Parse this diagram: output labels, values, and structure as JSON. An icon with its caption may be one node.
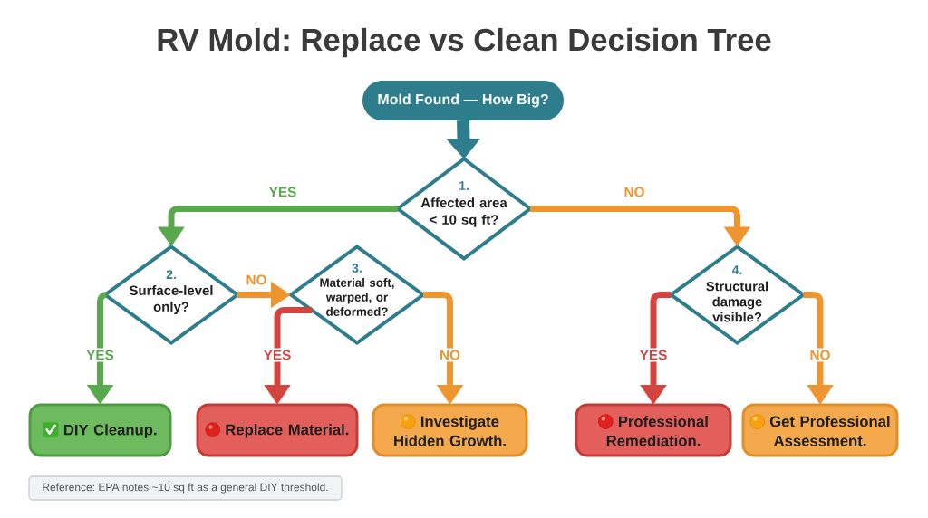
{
  "diagram": {
    "title": "RV Mold: Replace vs Clean Decision Tree",
    "nodes": [
      {
        "text": [
          "Mold Found — How Big?"
        ]
      },
      {
        "text": [
          "1.",
          "Affected area < 10 sq ft?"
        ]
      },
      {
        "text": [
          "2.",
          "Surface-level only?"
        ]
      },
      {
        "text": [
          "3.",
          "Material soft, warped, or deformed?"
        ]
      },
      {
        "text": [
          "4.",
          "Structural damage visible?"
        ]
      },
      {
        "text": [
          "DIY Cleanup."
        ]
      },
      {
        "text": [
          "Replace Material."
        ]
      },
      {
        "text": [
          "Investigate Hidden Growth."
        ]
      },
      {
        "text": [
          "Professional Remediation."
        ]
      },
      {
        "text": [
          "Get Professional Assessment."
        ]
      },
      {
        "text": [
          "Reference: EPA notes ~10 sq ft as a general DIY threshold."
        ]
      }
    ],
    "edges": [
      {
        "from": 0,
        "to": 1,
        "arrow": "to",
        "style": "thick",
        "color": "#2e7d8c"
      },
      {
        "from": 1,
        "to": 2,
        "arrow": "to",
        "label": "YES",
        "color": "#5aa84e"
      },
      {
        "from": 1,
        "to": 4,
        "arrow": "to",
        "label": "NO"
      },
      {
        "from": 2,
        "to": 5,
        "arrow": "to",
        "label": "YES",
        "color": "#5aa84e"
      },
      {
        "from": 2,
        "to": 3,
        "arrow": "to",
        "label": "NO"
      },
      {
        "from": 3,
        "to": 6,
        "arrow": "to",
        "label": "YES",
        "color": "#d4443f"
      },
      {
        "from": 3,
        "to": 7,
        "arrow": "to",
        "label": "NO"
      },
      {
        "from": 4,
        "to": 8,
        "arrow": "to",
        "label": "YES",
        "color": "#d4443f"
      },
      {
        "from": 4,
        "to": 9,
        "arrow": "to",
        "label": "NO"
      }
    ]
  }
}
